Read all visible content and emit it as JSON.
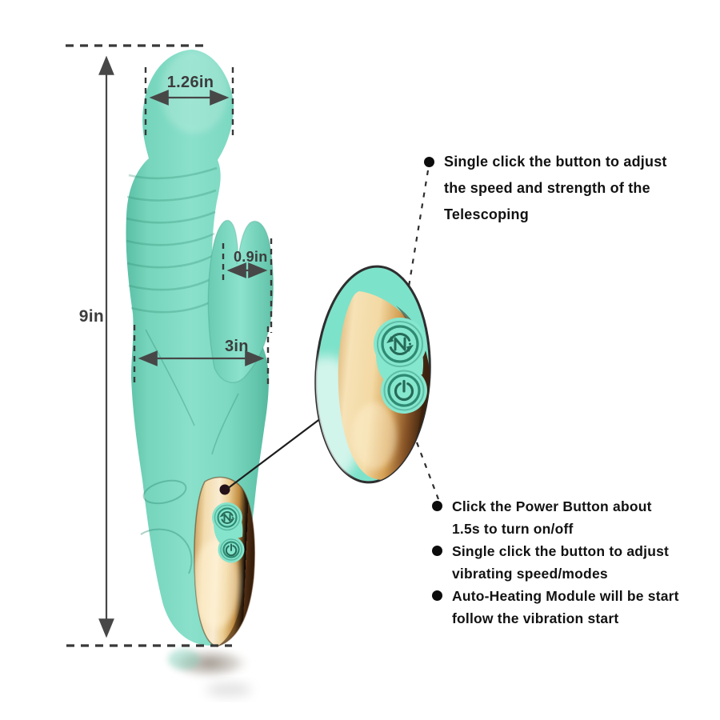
{
  "product_diagram": {
    "dims": {
      "height": "9in",
      "head_width": "1.26in",
      "ear_width": "0.9in",
      "body_width": "3in"
    },
    "annotations": [
      {
        "id": "telescoping",
        "lines": [
          "Single click the button to adjust",
          "the speed and strength of the",
          "Telescoping"
        ]
      },
      {
        "id": "power",
        "lines": [
          "Click the Power Button about",
          "1.5s to turn on/off"
        ]
      },
      {
        "id": "vibration",
        "lines": [
          "Single click the button to adjust",
          "vibrating speed/modes"
        ]
      },
      {
        "id": "heating",
        "lines": [
          "Auto-Heating Module will be start",
          "follow the vibration start"
        ]
      }
    ],
    "icons": {
      "mode_button": "cycle-arrows-icon",
      "power_button": "power-icon"
    },
    "colors": {
      "body_teal": "#7dd9c2",
      "body_teal_dark": "#5ec3a9",
      "panel_gold_light": "#f8e8c4",
      "panel_gold": "#e2b06a",
      "panel_dark": "#45270f",
      "button_teal": "#86e6ce",
      "button_ring": "#2f8a72",
      "annotation_text": "#121212",
      "dimension_line": "#444444",
      "background": "#ffffff"
    }
  }
}
